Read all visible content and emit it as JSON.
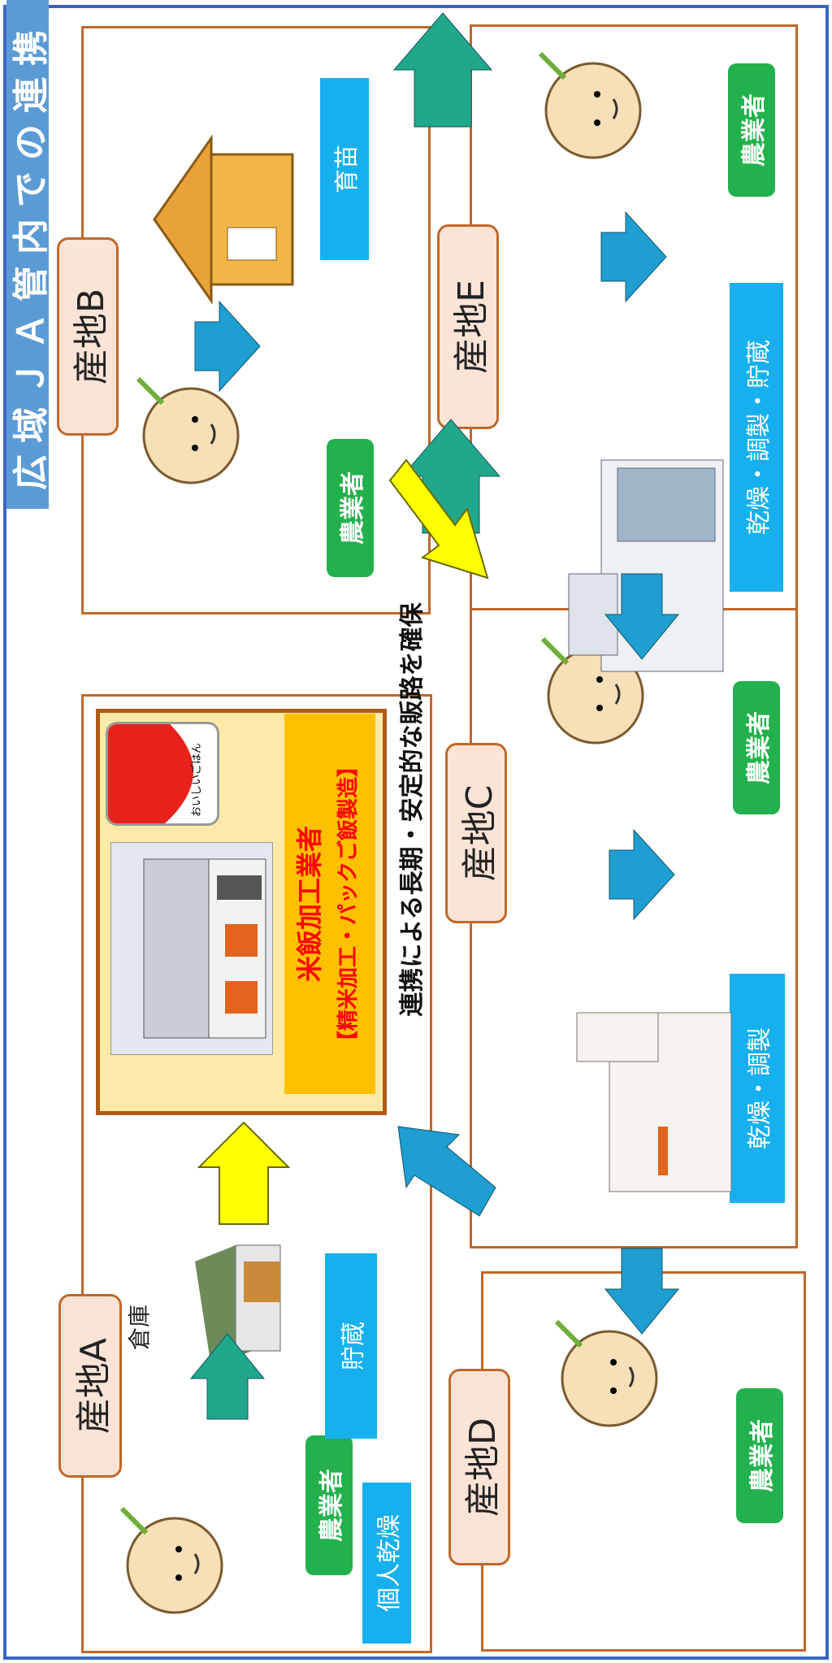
{
  "title": "広域ＪＡ管内での連携",
  "regions": {
    "a": "産地A",
    "b": "産地B",
    "c": "産地C",
    "d": "産地D",
    "e": "産地E"
  },
  "labels": {
    "farmer": "農業者",
    "individual_drying": "個人乾燥",
    "warehouse": "倉庫",
    "storage": "貯蔵",
    "seedling": "育苗",
    "drying_prep": "乾燥・調製",
    "drying_prep_storage": "乾燥・調製・貯蔵",
    "cooperation_note": "連携による長期・安定的な販路を確保"
  },
  "processor": {
    "name": "米飯加工業者",
    "desc": "【精米加工・パックご飯製造】",
    "product_text": "おいしいごはん"
  },
  "colors": {
    "title_bg": "#5b9bd5",
    "frame": "#3b64c2",
    "region_border": "#c0682a",
    "tag_fill": "#fbe3d6",
    "farmer_label": "#22b14c",
    "process_label": "#16b0ee",
    "processor_box": "#fde9a8",
    "processor_band": "#ffc000",
    "processor_text": "#ff0000",
    "yellow_arrow": "#ffff00"
  }
}
